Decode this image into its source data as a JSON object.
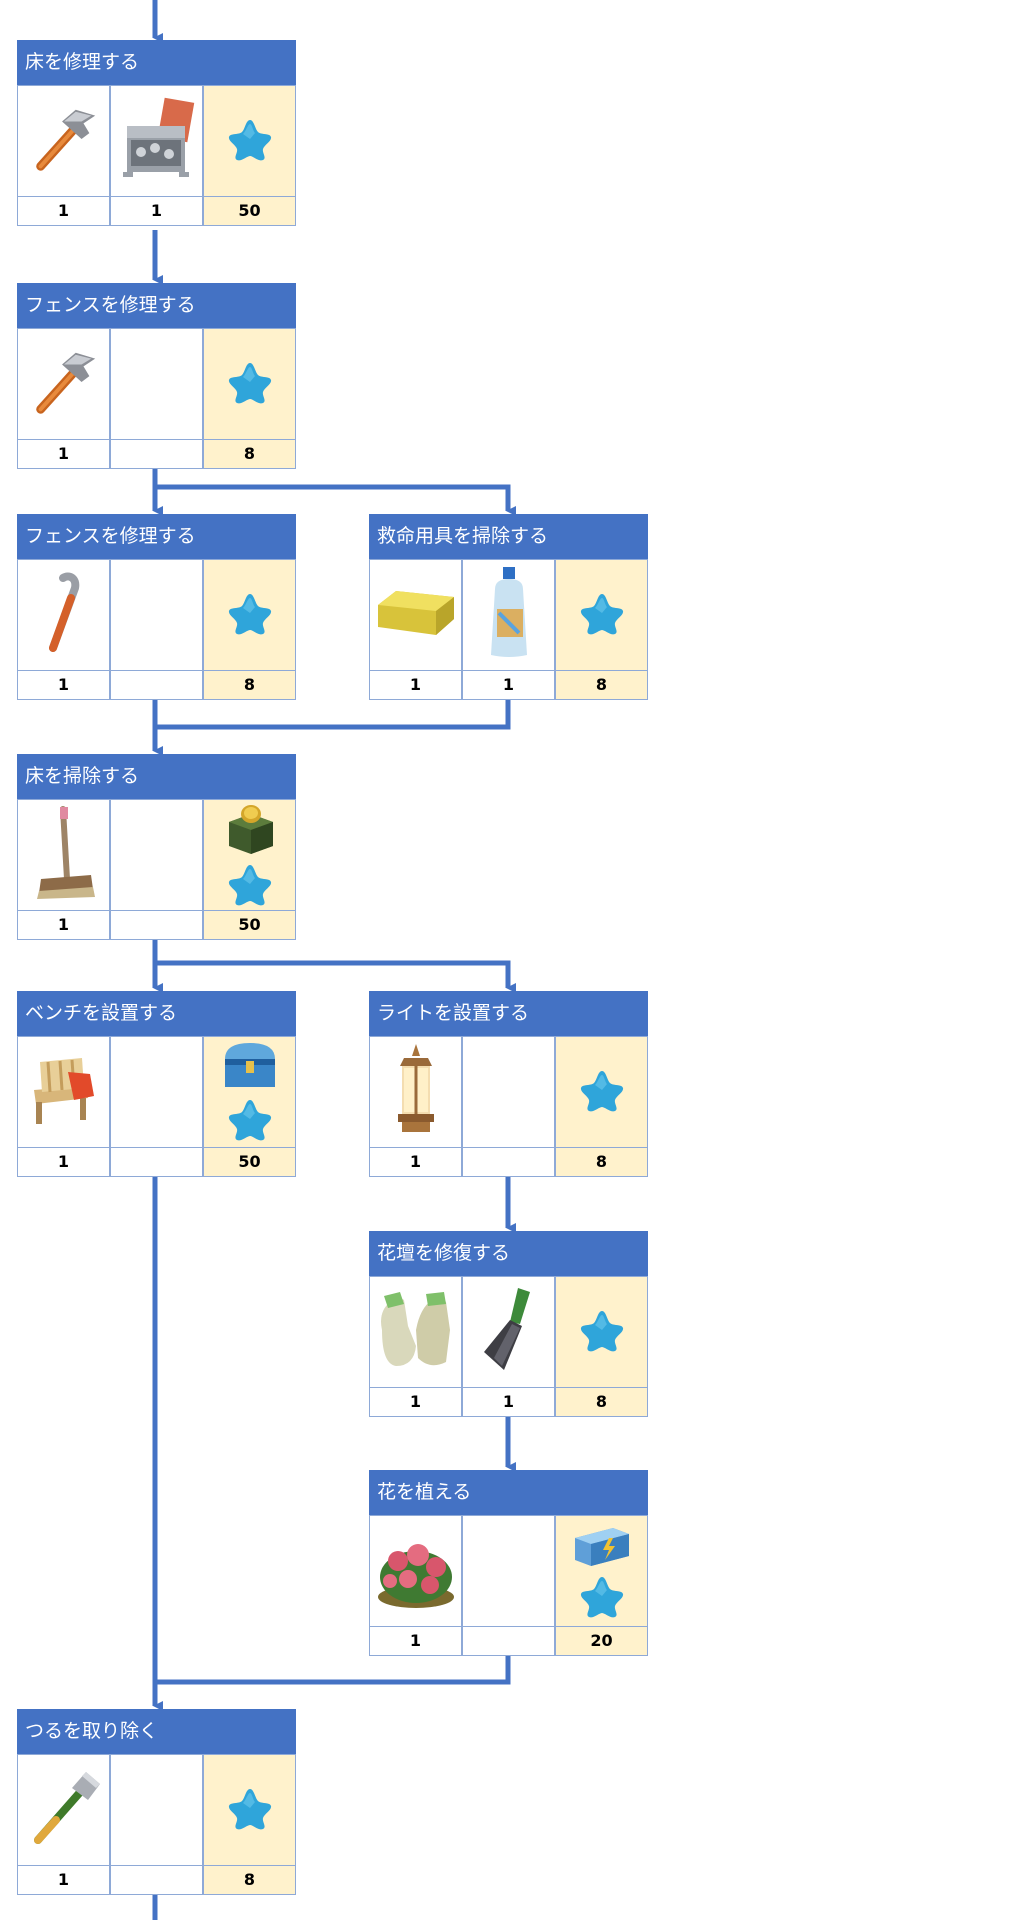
{
  "colors": {
    "header_bg": "#4472c4",
    "connector": "#4472c4",
    "reward_bg": "#fff2cc",
    "cell_border": "#8ea9d7"
  },
  "tasks": [
    {
      "id": "t1",
      "title": "床を修理する",
      "items": [
        {
          "icon": "hammer-icon",
          "count": "1"
        },
        {
          "icon": "toolbox-icon",
          "count": "1"
        }
      ],
      "reward": {
        "icons": [
          "star-icon"
        ],
        "value": "50"
      }
    },
    {
      "id": "t2",
      "title": "フェンスを修理する",
      "items": [
        {
          "icon": "hammer-icon",
          "count": "1"
        },
        {
          "icon": "",
          "count": ""
        }
      ],
      "reward": {
        "icons": [
          "star-icon"
        ],
        "value": "8"
      }
    },
    {
      "id": "t3",
      "title": "フェンスを修理する",
      "items": [
        {
          "icon": "crowbar-icon",
          "count": "1"
        },
        {
          "icon": "",
          "count": ""
        }
      ],
      "reward": {
        "icons": [
          "star-icon"
        ],
        "value": "8"
      }
    },
    {
      "id": "t4",
      "title": "救命用具を掃除する",
      "items": [
        {
          "icon": "sponge-icon",
          "count": "1"
        },
        {
          "icon": "detergent-bottle-icon",
          "count": "1"
        }
      ],
      "reward": {
        "icons": [
          "star-icon"
        ],
        "value": "8"
      }
    },
    {
      "id": "t5",
      "title": "床を掃除する",
      "items": [
        {
          "icon": "broom-icon",
          "count": "1"
        },
        {
          "icon": "",
          "count": ""
        }
      ],
      "reward": {
        "icons": [
          "coin-box-icon",
          "star-icon"
        ],
        "value": "50"
      }
    },
    {
      "id": "t6",
      "title": "ベンチを設置する",
      "items": [
        {
          "icon": "bench-icon",
          "count": "1"
        },
        {
          "icon": "",
          "count": ""
        }
      ],
      "reward": {
        "icons": [
          "blue-chest-icon",
          "star-icon"
        ],
        "value": "50"
      }
    },
    {
      "id": "t7",
      "title": "ライトを設置する",
      "items": [
        {
          "icon": "lantern-icon",
          "count": "1"
        },
        {
          "icon": "",
          "count": ""
        }
      ],
      "reward": {
        "icons": [
          "star-icon"
        ],
        "value": "8"
      }
    },
    {
      "id": "t8",
      "title": "花壇を修復する",
      "items": [
        {
          "icon": "gloves-icon",
          "count": "1"
        },
        {
          "icon": "trowel-icon",
          "count": "1"
        }
      ],
      "reward": {
        "icons": [
          "star-icon"
        ],
        "value": "8"
      }
    },
    {
      "id": "t9",
      "title": "花を植える",
      "items": [
        {
          "icon": "flower-bush-icon",
          "count": "1"
        },
        {
          "icon": "",
          "count": ""
        }
      ],
      "reward": {
        "icons": [
          "energy-case-icon",
          "star-icon"
        ],
        "value": "20"
      }
    },
    {
      "id": "t10",
      "title": "つるを取り除く",
      "items": [
        {
          "icon": "axe-icon",
          "count": "1"
        },
        {
          "icon": "",
          "count": ""
        }
      ],
      "reward": {
        "icons": [
          "star-icon"
        ],
        "value": "8"
      }
    }
  ]
}
